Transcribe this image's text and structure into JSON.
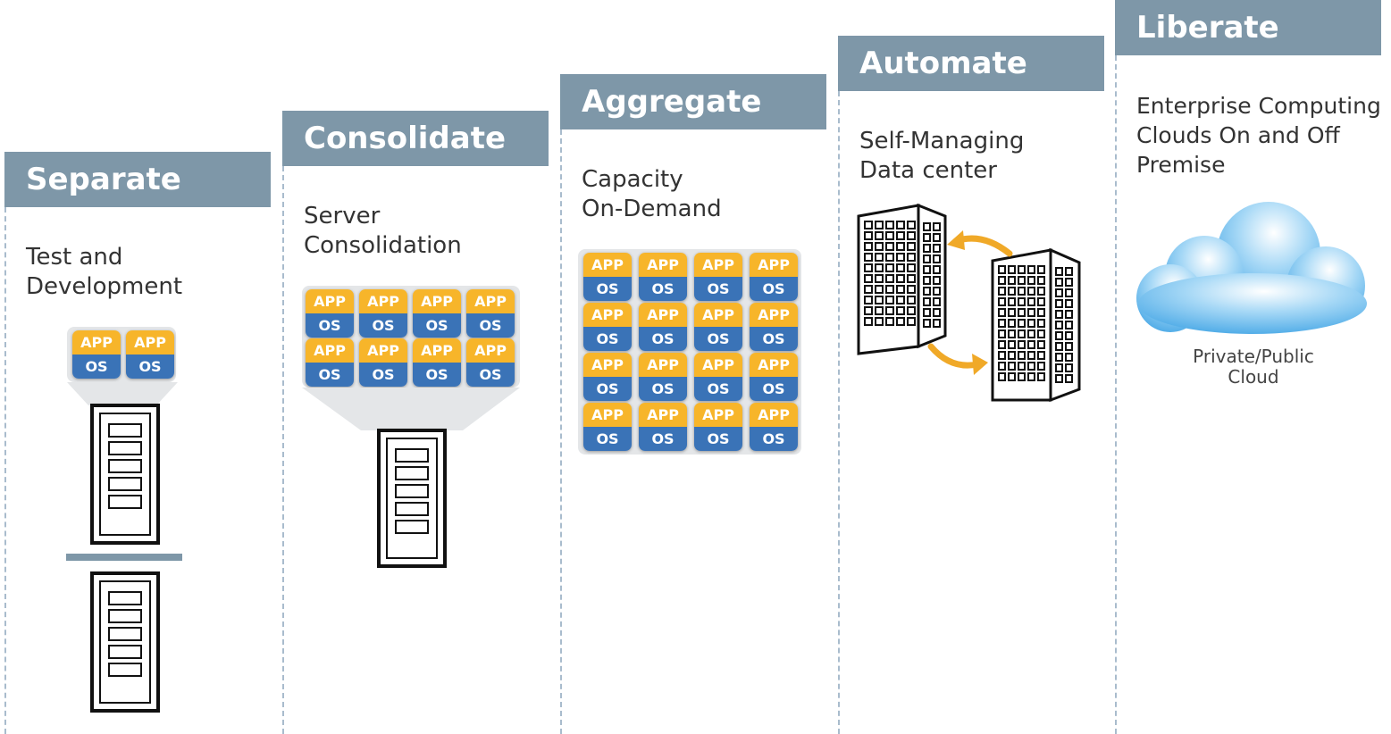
{
  "stages": [
    {
      "title": "Separate",
      "description": "Test and\nDevelopment"
    },
    {
      "title": "Consolidate",
      "description": "Server\nConsolidation"
    },
    {
      "title": "Aggregate",
      "description": "Capacity\nOn-Demand"
    },
    {
      "title": "Automate",
      "description": "Self-Managing\nData center"
    },
    {
      "title": "Liberate",
      "description": "Enterprise Computing\nClouds On and Off\nPremise"
    }
  ],
  "chip": {
    "app_label": "APP",
    "os_label": "OS"
  },
  "cloud": {
    "label": "Private/Public\nCloud"
  },
  "colors": {
    "header_bg": "#7e97a8",
    "chip_top": "#f7b52a",
    "chip_bottom": "#3a73b7",
    "arrow": "#f0a928",
    "cloud": "#5bb4ea",
    "divider": "#a9bccd"
  },
  "icons": [
    "server-rack-icon",
    "app-os-chip-icon",
    "office-building-icon",
    "curved-arrow-icon",
    "cloud-icon"
  ]
}
